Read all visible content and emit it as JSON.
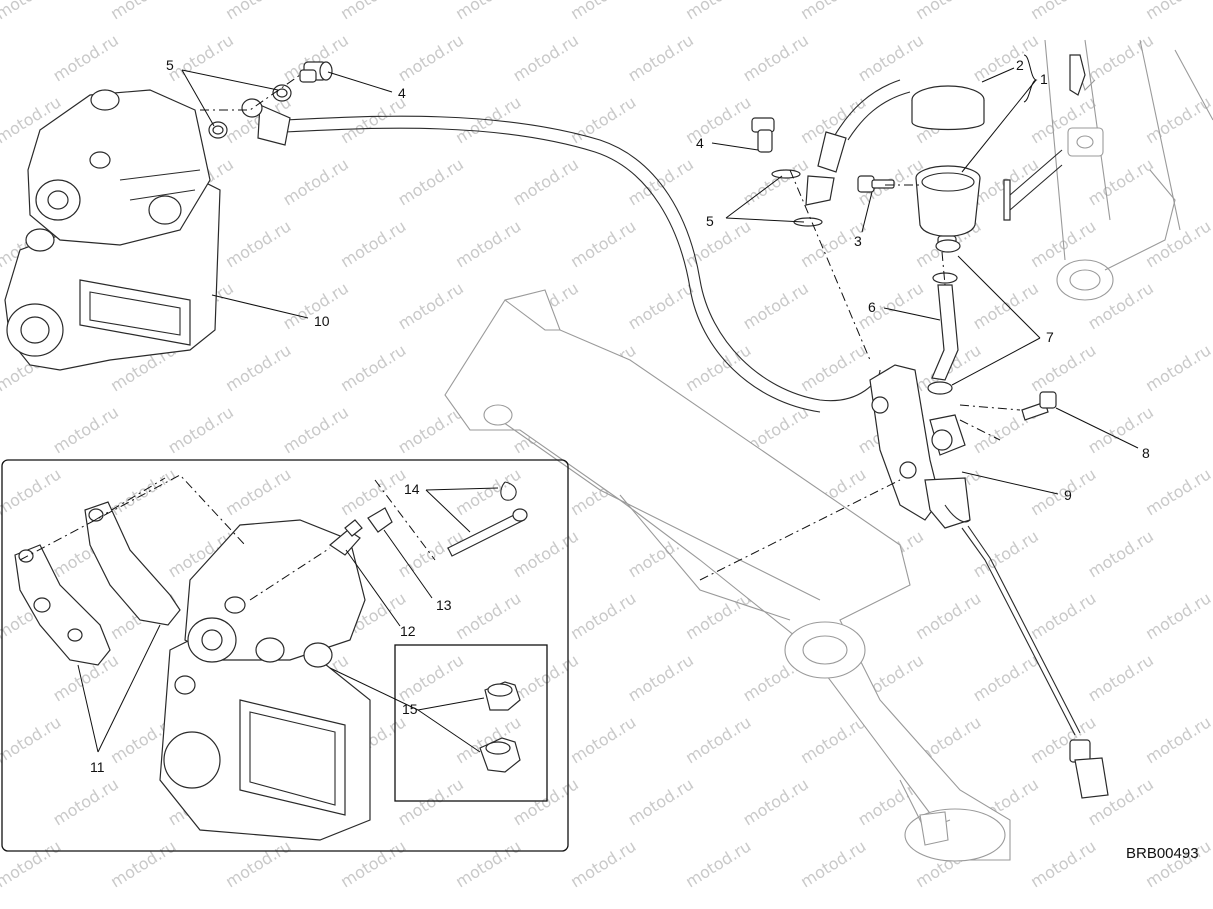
{
  "diagram": {
    "code": "BRB00493",
    "watermark": "motod.ru",
    "callouts": {
      "c1": "1",
      "c2": "2",
      "c3": "3",
      "c4a": "4",
      "c4b": "4",
      "c5a": "5",
      "c5b": "5",
      "c6": "6",
      "c7": "7",
      "c8": "8",
      "c9": "9",
      "c10": "10",
      "c11": "11",
      "c12": "12",
      "c13": "13",
      "c14": "14",
      "c15": "15"
    }
  }
}
